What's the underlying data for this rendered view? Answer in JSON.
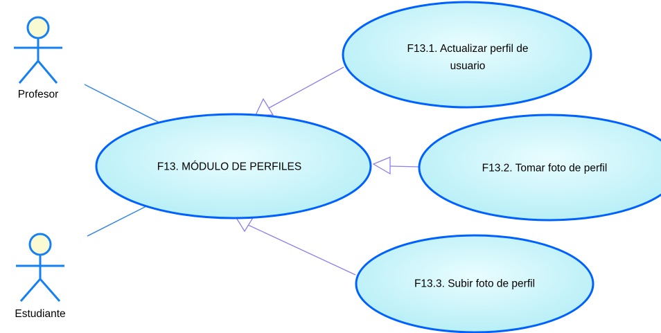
{
  "diagram": {
    "actors": [
      {
        "id": "profesor",
        "label": "Profesor"
      },
      {
        "id": "estudiante",
        "label": "Estudiante"
      }
    ],
    "use_cases": {
      "main": {
        "id": "f13",
        "lines": [
          "F13. MÓDULO DE PERFILES"
        ]
      },
      "update_profile": {
        "id": "f13-1",
        "lines": [
          "F13.1. Actualizar perfil de",
          "usuario"
        ]
      },
      "take_photo": {
        "id": "f13-2",
        "lines": [
          "F13.2. Tomar foto de perfil"
        ]
      },
      "upload_photo": {
        "id": "f13-3",
        "lines": [
          "F13.3. Subir foto de perfil"
        ]
      }
    },
    "relationships": [
      {
        "from": "profesor",
        "to": "f13",
        "kind": "association"
      },
      {
        "from": "estudiante",
        "to": "f13",
        "kind": "association"
      },
      {
        "from": "f13-1",
        "to": "f13",
        "kind": "generalization"
      },
      {
        "from": "f13-2",
        "to": "f13",
        "kind": "generalization"
      },
      {
        "from": "f13-3",
        "to": "f13",
        "kind": "generalization"
      }
    ],
    "colors": {
      "ellipse_fill_light": "#e9fdff",
      "ellipse_fill_dark": "#b4eef6",
      "ellipse_stroke": "#0061ff",
      "actor_stroke": "#1580f2",
      "actor_head_fill": "#fafad2",
      "association_line": "#3786e6",
      "generalization_line": "#8c7ef0"
    }
  }
}
